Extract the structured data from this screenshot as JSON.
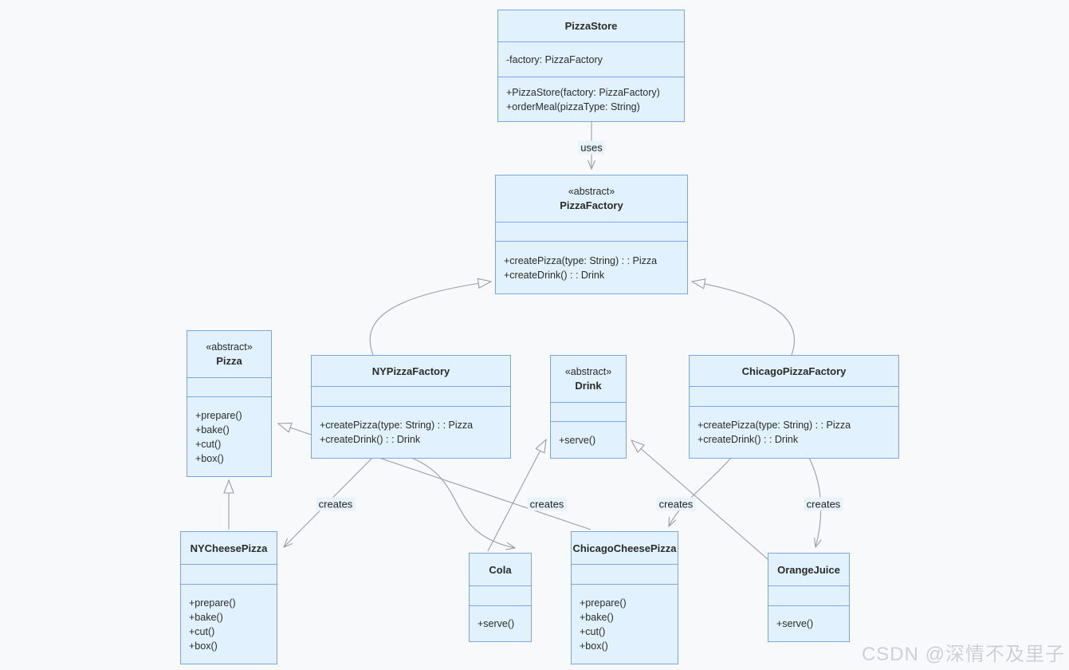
{
  "diagram": {
    "classes": {
      "pizzaStore": {
        "title": "PizzaStore",
        "attributes": [
          "-factory: PizzaFactory"
        ],
        "methods": [
          "+PizzaStore(factory: PizzaFactory)",
          "+orderMeal(pizzaType: String)"
        ]
      },
      "pizzaFactory": {
        "stereotype": "«abstract»",
        "title": "PizzaFactory",
        "attributes": [],
        "methods": [
          "+createPizza(type: String) : : Pizza",
          "+createDrink() : : Drink"
        ]
      },
      "pizza": {
        "stereotype": "«abstract»",
        "title": "Pizza",
        "attributes": [],
        "methods": [
          "+prepare()",
          "+bake()",
          "+cut()",
          "+box()"
        ]
      },
      "nyPizzaFactory": {
        "title": "NYPizzaFactory",
        "attributes": [],
        "methods": [
          "+createPizza(type: String) : : Pizza",
          "+createDrink() : : Drink"
        ]
      },
      "drink": {
        "stereotype": "«abstract»",
        "title": "Drink",
        "attributes": [],
        "methods": [
          "+serve()"
        ]
      },
      "chicagoPizzaFactory": {
        "title": "ChicagoPizzaFactory",
        "attributes": [],
        "methods": [
          "+createPizza(type: String) : : Pizza",
          "+createDrink() : : Drink"
        ]
      },
      "nyCheesePizza": {
        "title": "NYCheesePizza",
        "attributes": [],
        "methods": [
          "+prepare()",
          "+bake()",
          "+cut()",
          "+box()"
        ]
      },
      "cola": {
        "title": "Cola",
        "attributes": [],
        "methods": [
          "+serve()"
        ]
      },
      "chicagoCheesePizza": {
        "title": "ChicagoCheesePizza",
        "attributes": [],
        "methods": [
          "+prepare()",
          "+bake()",
          "+cut()",
          "+box()"
        ]
      },
      "orangeJuice": {
        "title": "OrangeJuice",
        "attributes": [],
        "methods": [
          "+serve()"
        ]
      }
    },
    "edge_labels": {
      "uses": "uses",
      "creates": "creates"
    },
    "relationships": [
      {
        "from": "PizzaStore",
        "to": "PizzaFactory",
        "type": "dependency",
        "label": "uses"
      },
      {
        "from": "NYPizzaFactory",
        "to": "PizzaFactory",
        "type": "inheritance"
      },
      {
        "from": "ChicagoPizzaFactory",
        "to": "PizzaFactory",
        "type": "inheritance"
      },
      {
        "from": "NYCheesePizza",
        "to": "Pizza",
        "type": "inheritance"
      },
      {
        "from": "ChicagoCheesePizza",
        "to": "Pizza",
        "type": "inheritance"
      },
      {
        "from": "Cola",
        "to": "Drink",
        "type": "inheritance"
      },
      {
        "from": "OrangeJuice",
        "to": "Drink",
        "type": "inheritance"
      },
      {
        "from": "NYPizzaFactory",
        "to": "NYCheesePizza",
        "type": "dependency",
        "label": "creates"
      },
      {
        "from": "NYPizzaFactory",
        "to": "Cola",
        "type": "dependency",
        "label": "creates"
      },
      {
        "from": "ChicagoPizzaFactory",
        "to": "ChicagoCheesePizza",
        "type": "dependency",
        "label": "creates"
      },
      {
        "from": "ChicagoPizzaFactory",
        "to": "OrangeJuice",
        "type": "dependency",
        "label": "creates"
      }
    ],
    "colors": {
      "box_fill": "#e1f1fd",
      "box_border": "#78a7e3",
      "edge": "#9a9fa4",
      "label_bg": "#e8f4fd",
      "page_bg": "#f7f9fa"
    }
  },
  "watermark": {
    "text": "CSDN @深情不及里子"
  }
}
